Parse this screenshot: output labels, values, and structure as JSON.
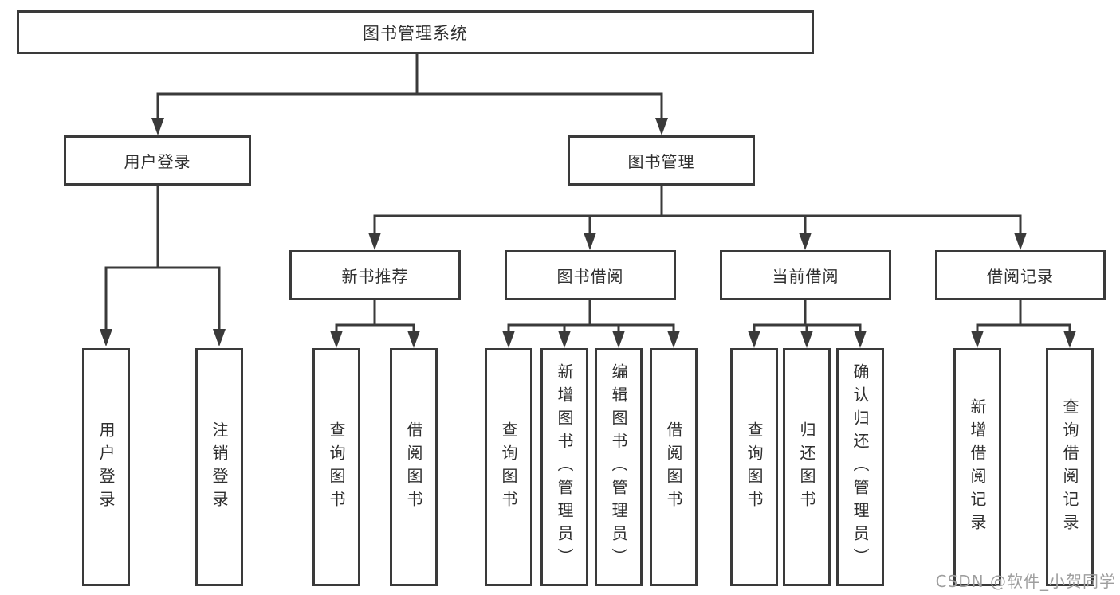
{
  "tree": {
    "label": "图书管理系统",
    "children": [
      {
        "label": "用户登录",
        "children": [
          {
            "label": "用户登录"
          },
          {
            "label": "注销登录"
          }
        ]
      },
      {
        "label": "图书管理",
        "children": [
          {
            "label": "新书推荐",
            "children": [
              {
                "label": "查询图书"
              },
              {
                "label": "借阅图书"
              }
            ]
          },
          {
            "label": "图书借阅",
            "children": [
              {
                "label": "查询图书"
              },
              {
                "label": "新增图书（管理员）"
              },
              {
                "label": "编辑图书（管理员）"
              },
              {
                "label": "借阅图书"
              }
            ]
          },
          {
            "label": "当前借阅",
            "children": [
              {
                "label": "查询图书"
              },
              {
                "label": "归还图书"
              },
              {
                "label": "确认归还（管理员）"
              }
            ]
          },
          {
            "label": "借阅记录",
            "children": [
              {
                "label": "新增借阅记录"
              },
              {
                "label": "查询借阅记录"
              }
            ]
          }
        ]
      }
    ]
  },
  "watermark": "CSDN @软件_小贺同学",
  "colors": {
    "line": "#3a3a3a",
    "box_border": "#3a3a3a",
    "box_background": "#ffffff",
    "text": "#2f2f2f",
    "watermark": "#9e9e9e",
    "background": "#ffffff"
  }
}
